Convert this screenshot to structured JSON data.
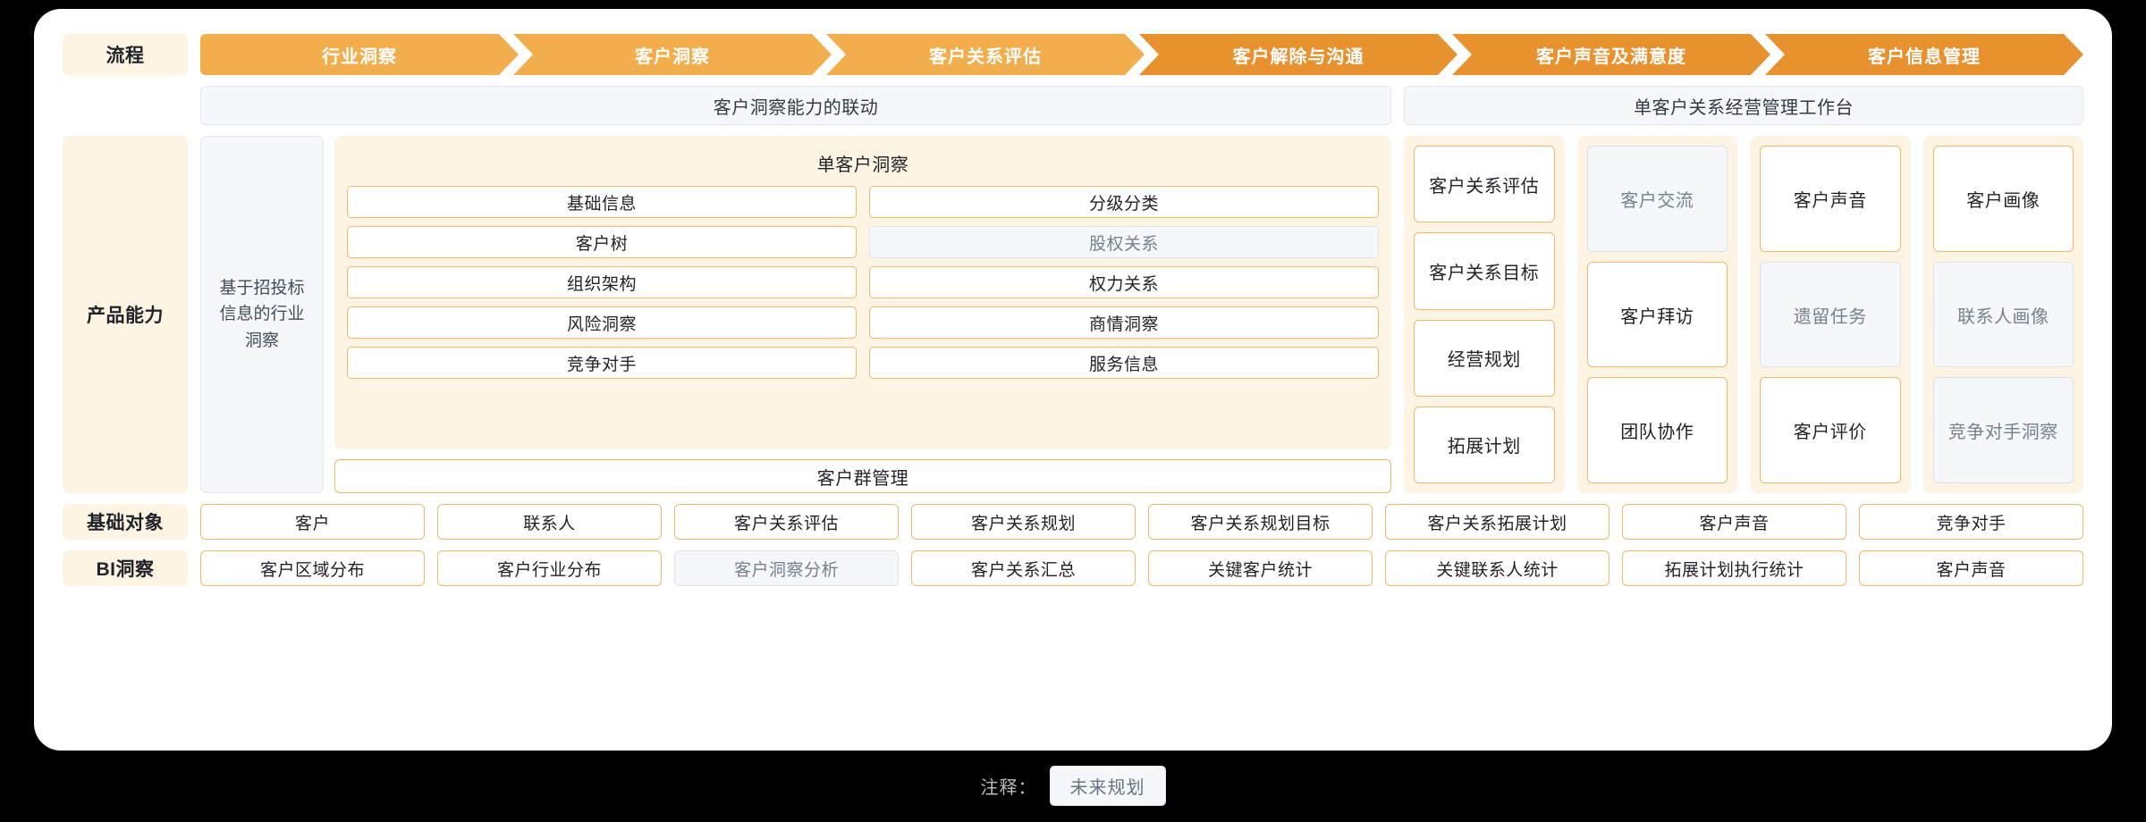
{
  "legend": {
    "label": "注释：",
    "chip": "未来规划"
  },
  "colors": {
    "accent_light": "#F2AE4C",
    "accent_dark": "#E8912F",
    "cream": "#FDF4E3",
    "chip_border": "#F0B868",
    "future_bg": "#F5F7FA",
    "future_border": "#DCE2EA",
    "future_text": "#79818D"
  },
  "rows": {
    "process": {
      "label": "流程"
    },
    "capability": {
      "label": "产品能力"
    },
    "base_object": {
      "label": "基础对象"
    },
    "bi_insight": {
      "label": "BI洞察"
    }
  },
  "process": {
    "steps": [
      {
        "label": "行业洞察",
        "tone": "light"
      },
      {
        "label": "客户洞察",
        "tone": "light"
      },
      {
        "label": "客户关系评估",
        "tone": "light"
      },
      {
        "label": "客户解除与沟通",
        "tone": "dark"
      },
      {
        "label": "客户声音及满意度",
        "tone": "dark"
      },
      {
        "label": "客户信息管理",
        "tone": "dark"
      }
    ]
  },
  "header_bars": {
    "left": "客户洞察能力的联动",
    "right": "单客户关系经营管理工作台"
  },
  "capability": {
    "bid_box": "基于招投标信息的行业洞察",
    "single_insight": {
      "title": "单客户洞察",
      "chips": [
        {
          "label": "基础信息",
          "future": false
        },
        {
          "label": "分级分类",
          "future": false
        },
        {
          "label": "客户树",
          "future": false
        },
        {
          "label": "股权关系",
          "future": true
        },
        {
          "label": "组织架构",
          "future": false
        },
        {
          "label": "权力关系",
          "future": false
        },
        {
          "label": "风险洞察",
          "future": false
        },
        {
          "label": "商情洞察",
          "future": false
        },
        {
          "label": "竞争对手",
          "future": false
        },
        {
          "label": "服务信息",
          "future": false
        }
      ]
    },
    "group_box": "客户群管理",
    "workbench_columns": [
      {
        "cards": [
          {
            "label": "客户关系评估",
            "future": false
          },
          {
            "label": "客户关系目标",
            "future": false
          },
          {
            "label": "经营规划",
            "future": false
          },
          {
            "label": "拓展计划",
            "future": false
          }
        ]
      },
      {
        "cards": [
          {
            "label": "客户交流",
            "future": true
          },
          {
            "label": "客户拜访",
            "future": false
          },
          {
            "label": "团队协作",
            "future": false
          }
        ]
      },
      {
        "cards": [
          {
            "label": "客户声音",
            "future": false
          },
          {
            "label": "遗留任务",
            "future": true
          },
          {
            "label": "客户评价",
            "future": false
          }
        ]
      },
      {
        "cards": [
          {
            "label": "客户画像",
            "future": false
          },
          {
            "label": "联系人画像",
            "future": true
          },
          {
            "label": "竞争对手洞察",
            "future": true
          }
        ]
      }
    ]
  },
  "base_object": {
    "cells": [
      {
        "label": "客户",
        "future": false
      },
      {
        "label": "联系人",
        "future": false
      },
      {
        "label": "客户关系评估",
        "future": false
      },
      {
        "label": "客户关系规划",
        "future": false
      },
      {
        "label": "客户关系规划目标",
        "future": false
      },
      {
        "label": "客户关系拓展计划",
        "future": false
      },
      {
        "label": "客户声音",
        "future": false
      },
      {
        "label": "竞争对手",
        "future": false
      }
    ]
  },
  "bi_insight": {
    "cells": [
      {
        "label": "客户区域分布",
        "future": false
      },
      {
        "label": "客户行业分布",
        "future": false
      },
      {
        "label": "客户洞察分析",
        "future": true
      },
      {
        "label": "客户关系汇总",
        "future": false
      },
      {
        "label": "关键客户统计",
        "future": false
      },
      {
        "label": "关键联系人统计",
        "future": false
      },
      {
        "label": "拓展计划执行统计",
        "future": false
      },
      {
        "label": "客户声音",
        "future": false
      }
    ]
  }
}
